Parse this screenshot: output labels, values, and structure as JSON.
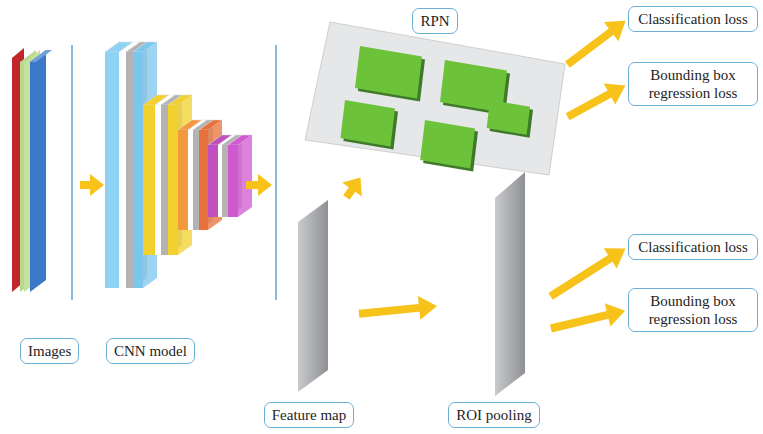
{
  "diagram": {
    "nodes": [
      {
        "text": [
          "RPN"
        ]
      },
      {
        "text": [
          "Classification loss"
        ]
      },
      {
        "text": [
          "Bounding box regression loss"
        ]
      },
      {
        "text": [
          "Images"
        ]
      },
      {
        "text": [
          "CNN model"
        ]
      },
      {
        "text": [
          "Feature map"
        ]
      },
      {
        "text": [
          "ROI pooling"
        ]
      },
      {
        "text": [
          "Classification loss"
        ]
      },
      {
        "text": [
          "Bounding box regression loss"
        ]
      }
    ],
    "edges": [
      {
        "from": 5,
        "to": 0,
        "arrow": "to"
      },
      {
        "from": 0,
        "to": 1,
        "arrow": "to"
      },
      {
        "from": 0,
        "to": 2,
        "arrow": "to"
      },
      {
        "from": 5,
        "to": 6,
        "arrow": "to"
      },
      {
        "from": 6,
        "to": 7,
        "arrow": "to"
      },
      {
        "from": 6,
        "to": 8,
        "arrow": "to"
      }
    ]
  }
}
